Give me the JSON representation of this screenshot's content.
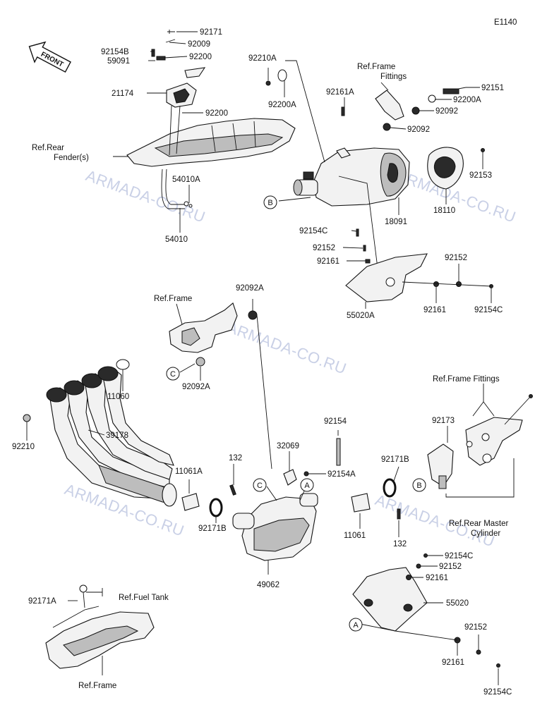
{
  "diagram_id": "E1140",
  "front_label": "FRONT",
  "watermark": "ARMADA-CO.RU",
  "parts": {
    "p92171": "92171",
    "p92154B": "92154B",
    "p92009": "92009",
    "p92200_a": "92200",
    "p59091": "59091",
    "p21174": "21174",
    "p92200_b": "92200",
    "p92210A": "92210A",
    "p92200A_a": "92200A",
    "p92161A": "92161A",
    "p92151": "92151",
    "p92200A_b": "92200A",
    "p92092_a": "92092",
    "p92092_b": "92092",
    "p92153": "92153",
    "p54010A": "54010A",
    "p54010": "54010",
    "p18091": "18091",
    "p18110": "18110",
    "p92154C_a": "92154C",
    "p92152_a": "92152",
    "p92161_a": "92161",
    "p92152_b": "92152",
    "p55020A": "55020A",
    "p92161_b": "92161",
    "p92154C_b": "92154C",
    "p92092A_a": "92092A",
    "p92092A_b": "92092A",
    "p11060": "11060",
    "p92210": "92210",
    "p39178": "39178",
    "p92154": "92154",
    "p32069": "32069",
    "p92173": "92173",
    "p92154A": "92154A",
    "p132_a": "132",
    "p11061A": "11061A",
    "p92171B_a": "92171B",
    "p92171B_b": "92171B",
    "p11061": "11061",
    "p132_b": "132",
    "p49062": "49062",
    "p92154C_c": "92154C",
    "p92152_c": "92152",
    "p92161_c": "92161",
    "p55020": "55020",
    "p92171A": "92171A",
    "p92152_d": "92152",
    "p92161_d": "92161",
    "p92154C_d": "92154C"
  },
  "refs": {
    "rear_fender_1": "Ref.Rear",
    "rear_fender_2": "Fender(s)",
    "frame_fittings_top_1": "Ref.Frame",
    "frame_fittings_top_2": "Fittings",
    "frame_mid": "Ref.Frame",
    "frame_fittings_right": "Ref.Frame Fittings",
    "rear_master_1": "Ref.Rear Master",
    "rear_master_2": "Cylinder",
    "fuel_tank": "Ref.Fuel Tank",
    "frame_bottom": "Ref.Frame"
  },
  "callouts": {
    "A": "A",
    "B": "B",
    "C": "C"
  }
}
